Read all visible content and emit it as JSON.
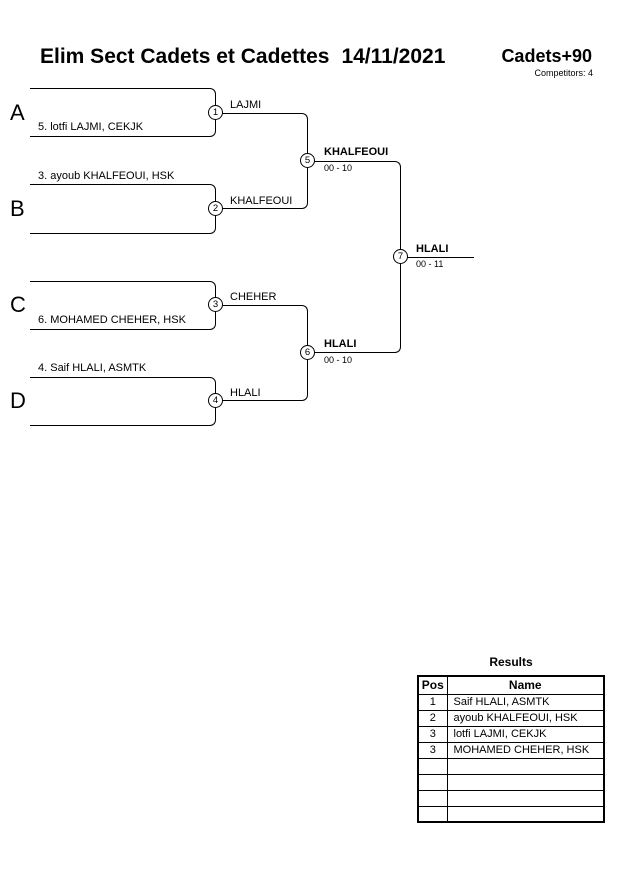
{
  "header": {
    "title": "Elim Sect Cadets et Cadettes",
    "date": "14/11/2021",
    "category": "Cadets+90",
    "competitors_label": "Competitors: 4"
  },
  "bracket": {
    "sections": [
      {
        "letter": "A",
        "seed": "5. lotfi LAJMI, CEKJK"
      },
      {
        "letter": "B",
        "seed": "3. ayoub KHALFEOUI, HSK"
      },
      {
        "letter": "C",
        "seed": "6. MOHAMED CHEHER, HSK"
      },
      {
        "letter": "D",
        "seed": "4. Saif HLALI, ASMTK"
      }
    ],
    "matches": [
      {
        "number": "1",
        "winner": "LAJMI"
      },
      {
        "number": "2",
        "winner": "KHALFEOUI"
      },
      {
        "number": "3",
        "winner": "CHEHER"
      },
      {
        "number": "4",
        "winner": "HLALI"
      },
      {
        "number": "5",
        "winner": "KHALFEOUI",
        "score": "00 - 10"
      },
      {
        "number": "6",
        "winner": "HLALI",
        "score": "00 - 10"
      },
      {
        "number": "7",
        "winner": "HLALI",
        "score": "00 - 11"
      }
    ]
  },
  "results": {
    "title": "Results",
    "columns": [
      "Pos",
      "Name"
    ],
    "rows": [
      {
        "pos": "1",
        "name": "Saif HLALI, ASMTK"
      },
      {
        "pos": "2",
        "name": "ayoub KHALFEOUI, HSK"
      },
      {
        "pos": "3",
        "name": "lotfi LAJMI, CEKJK"
      },
      {
        "pos": "3",
        "name": "MOHAMED CHEHER, HSK"
      },
      {
        "pos": "",
        "name": ""
      },
      {
        "pos": "",
        "name": ""
      },
      {
        "pos": "",
        "name": ""
      },
      {
        "pos": "",
        "name": ""
      }
    ]
  }
}
